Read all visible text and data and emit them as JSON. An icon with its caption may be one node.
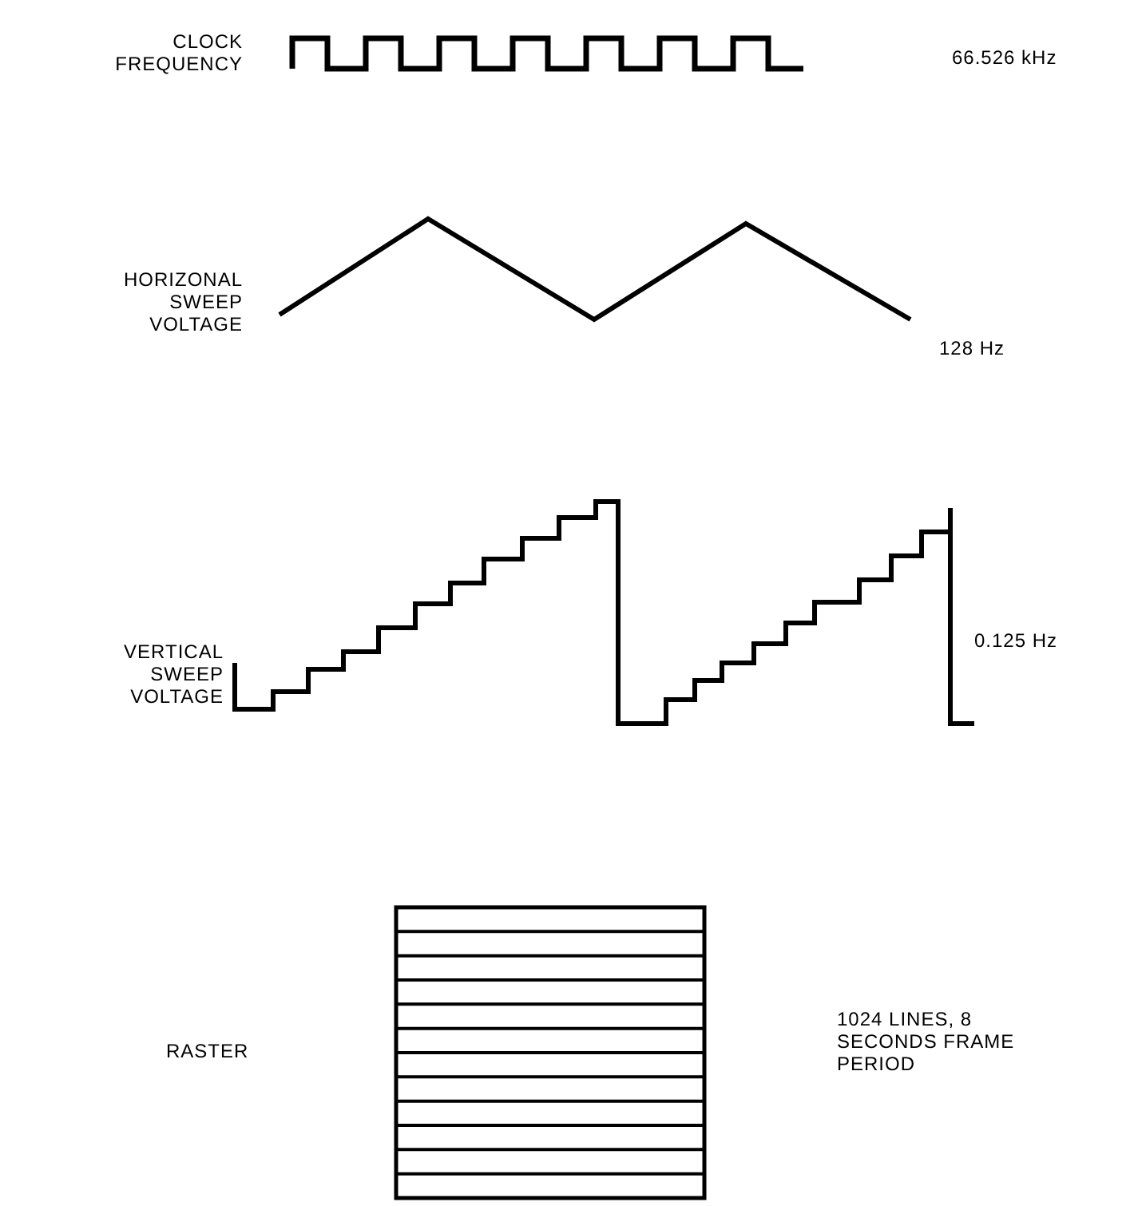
{
  "diagram": {
    "labels": [
      "CLOCK FREQUENCY",
      "66.526 kHz",
      "HORIZONAL SWEEP VOLTAGE",
      "128 Hz",
      "VERTICAL SWEEP VOLTAGE",
      "0.125 Hz",
      "RASTER",
      "1024 LINES, 8 SECONDS FRAME PERIOD"
    ]
  }
}
